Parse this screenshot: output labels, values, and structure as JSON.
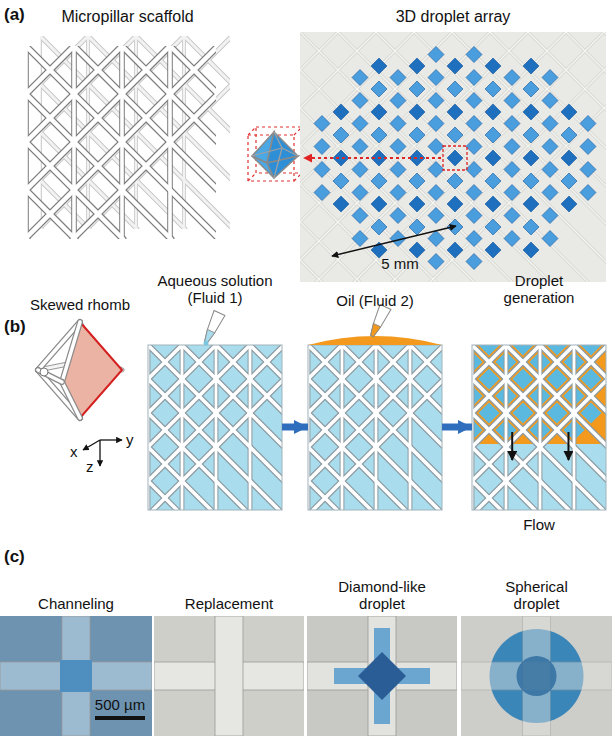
{
  "diagram": {
    "nodes": [
      {
        "text": [
          "Micropillar scaffold"
        ]
      },
      {
        "text": [
          "3D droplet array",
          "5 mm"
        ]
      },
      {
        "text": [
          "Skewed rhomb"
        ]
      },
      {
        "text": [
          "Aqueous solution (Fluid 1)"
        ]
      },
      {
        "text": [
          "Oil (Fluid 2)"
        ]
      },
      {
        "text": [
          "Droplet generation",
          "Flow"
        ]
      },
      {
        "text": [
          "Channeling",
          "500 µm"
        ]
      },
      {
        "text": [
          "Replacement"
        ]
      },
      {
        "text": [
          "Diamond-like droplet"
        ]
      },
      {
        "text": [
          "Spherical droplet"
        ]
      }
    ],
    "edges": [
      {
        "from": 3,
        "to": 4,
        "arrow": "to"
      },
      {
        "from": 4,
        "to": 5,
        "arrow": "to"
      }
    ],
    "labels": [
      "(a)",
      "(b)",
      "x",
      "y",
      "z",
      "(c)"
    ]
  }
}
